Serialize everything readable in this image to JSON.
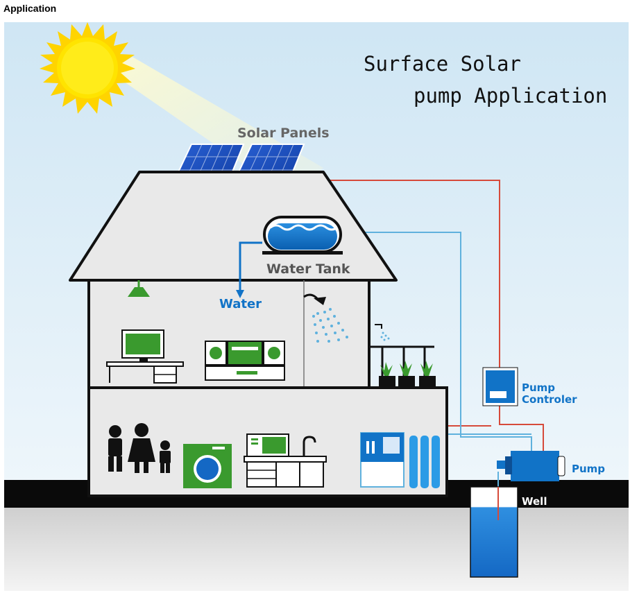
{
  "page": {
    "heading": "Application"
  },
  "diagram": {
    "title_line1": "Surface Solar",
    "title_line2": "pump Application",
    "labels": {
      "solar_panels": "Solar Panels",
      "water_tank": "Water Tank",
      "water": "Water",
      "pump_controller_line1": "Pump",
      "pump_controller_line2": "Controler",
      "pump": "Pump",
      "well": "Well"
    },
    "colors": {
      "sky_top": "#cfe6f4",
      "house_body": "#e9e9e9",
      "house_outline": "#111111",
      "water_blue": "#1173c7",
      "accent_green": "#3a9a2e",
      "power_line": "#d64a3a",
      "water_pipe": "#5fb1dd",
      "ground": "#0a0a0a",
      "sun": "#ffdd00"
    },
    "icons": [
      "sun-icon",
      "solar-panel-icon",
      "water-tank-icon",
      "ceiling-lamp-icon",
      "computer-desk-icon",
      "stereo-icon",
      "shower-icon",
      "faucet-icon",
      "potted-plant-icon",
      "family-icon",
      "washing-machine-icon",
      "kitchen-counter-icon",
      "water-filter-icon",
      "pump-controller-icon",
      "pump-icon",
      "well-icon"
    ]
  }
}
